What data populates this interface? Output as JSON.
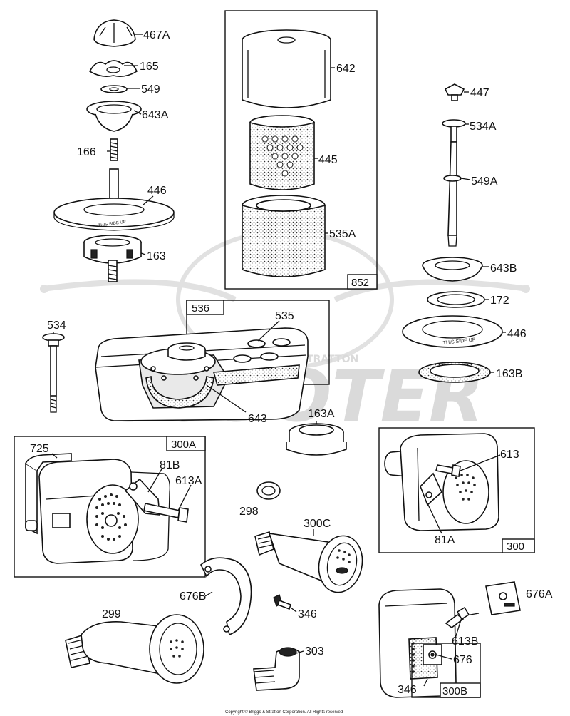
{
  "watermark": {
    "brand": "SCOOTER",
    "sub": "STRATTON"
  },
  "boxes": {
    "b852": "852",
    "b536": "536",
    "b300A": "300A",
    "b300": "300",
    "b300B": "300B"
  },
  "labels": {
    "l467A": "467A",
    "l165": "165",
    "l549": "549",
    "l643A": "643A",
    "l166": "166",
    "l446a": "446",
    "l163": "163",
    "l642": "642",
    "l445": "445",
    "l535A": "535A",
    "l447": "447",
    "l534A": "534A",
    "l549A": "549A",
    "l643B": "643B",
    "l172": "172",
    "l446b": "446",
    "l163B": "163B",
    "l534": "534",
    "l535": "535",
    "l643": "643",
    "l163A": "163A",
    "l725": "725",
    "l81B": "81B",
    "l613A": "613A",
    "l298": "298",
    "l300C": "300C",
    "l613": "613",
    "l81A": "81A",
    "l676B": "676B",
    "l346a": "346",
    "l676A": "676A",
    "l299": "299",
    "l303": "303",
    "l613B": "613B",
    "l676": "676",
    "l346b": "346"
  },
  "copyright": "Copyright © Briggs & Stratton Corporation. All Rights reserved"
}
